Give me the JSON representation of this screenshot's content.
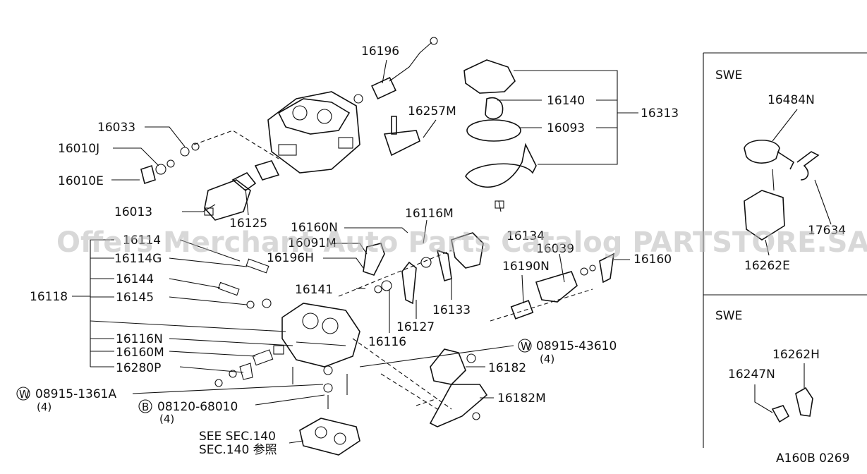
{
  "watermark": "Offers Merchant Auto Parts Catalog PARTSTORE.SA",
  "drawing_code": "A160B 0269",
  "labels": {
    "p16196": "16196",
    "p16257M": "16257M",
    "p16140": "16140",
    "p16313": "16313",
    "p16093": "16093",
    "p16033": "16033",
    "p16010J": "16010J",
    "p16010E": "16010E",
    "p16013": "16013",
    "p16125": "16125",
    "p16160N": "16160N",
    "p16091M": "16091M",
    "p16116M": "16116M",
    "p16134": "16134",
    "p16039": "16039",
    "p16114": "16114",
    "p16196H": "16196H",
    "p16114G": "16114G",
    "p16190N": "16190N",
    "p16160": "16160",
    "p16144": "16144",
    "p16141": "16141",
    "p16118": "16118",
    "p16145": "16145",
    "p16133": "16133",
    "p16127": "16127",
    "p16116": "16116",
    "p16116N": "16116N",
    "p16160M": "16160M",
    "p16280P": "16280P",
    "p16182": "16182",
    "p16182M": "16182M",
    "w1_mark": "W",
    "w1_num": "08915-43610",
    "w1_qty": "(4)",
    "w2_mark": "W",
    "w2_num": "08915-1361A",
    "w2_qty": "(4)",
    "b1_mark": "B",
    "b1_num": "08120-68010",
    "b1_qty": "(4)",
    "see_sec": "SEE SEC.140",
    "sec_ref": "SEC.140 参照"
  },
  "inset_top": {
    "title": "SWE",
    "p16484N": "16484N",
    "p17634": "17634",
    "p16262E": "16262E"
  },
  "inset_bottom": {
    "title": "SWE",
    "p16262H": "16262H",
    "p16247N": "16247N"
  }
}
